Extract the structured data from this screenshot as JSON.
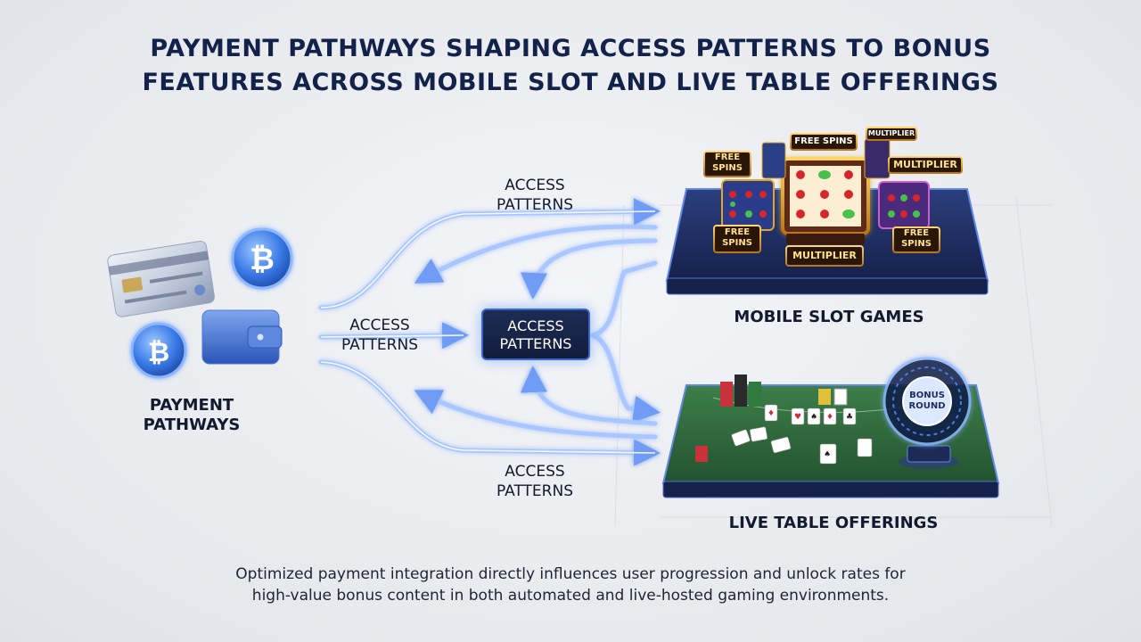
{
  "title": {
    "line1": "PAYMENT PATHWAYS SHAPING ACCESS PATTERNS TO BONUS",
    "line2": "FEATURES ACROSS MOBILE SLOT AND LIVE TABLE OFFERINGS"
  },
  "source": {
    "label_line1": "PAYMENT",
    "label_line2": "PATHWAYS",
    "icons": [
      "credit-card-icon",
      "bitcoin-icon",
      "wallet-icon",
      "bitcoin-icon"
    ]
  },
  "flow_labels": {
    "top_line1": "ACCESS",
    "top_line2": "PATTERNS",
    "left_line1": "ACCESS",
    "left_line2": "PATTERNS",
    "bottom_line1": "ACCESS",
    "bottom_line2": "PATTERNS"
  },
  "hub": {
    "line1": "ACCESS",
    "line2": "PATTERNS"
  },
  "slots": {
    "label": "MOBILE SLOT GAMES",
    "badges": {
      "free_spins_top": "FREE SPINS",
      "multiplier_top": "MULTIPLIER",
      "free_spins_left_1": "FREE",
      "free_spins_left_2": "SPINS",
      "multiplier_right": "MULTIPLIER",
      "free_spins_bl_1": "FREE",
      "free_spins_bl_2": "SPINS",
      "multiplier_bottom": "MULTIPLIER",
      "free_spins_br_1": "FREE",
      "free_spins_br_2": "SPINS"
    }
  },
  "table": {
    "label": "LIVE TABLE OFFERINGS",
    "bonus_line1": "BONUS",
    "bonus_line2": "ROUND"
  },
  "caption": {
    "line1": "Optimized payment integration directly influences user progression and unlock rates for",
    "line2": "high-value bonus content in both automated and live-hosted gaming environments."
  },
  "colors": {
    "flow": "#8fb4ff",
    "accent_navy": "#12224a",
    "slot_platform": "#1f2f66",
    "table_felt": "#2f6a3d",
    "gold": "#e0a52a"
  }
}
